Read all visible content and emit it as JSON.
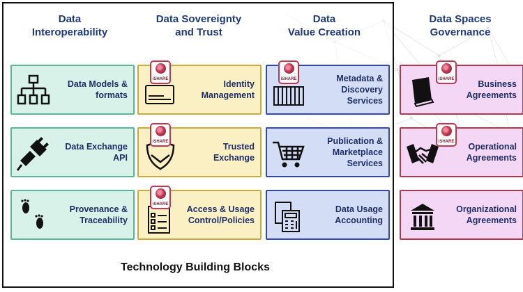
{
  "columns": [
    {
      "heading": "Data\nInteroperability",
      "items": [
        "Data Models &\nformats",
        "Data Exchange\nAPI",
        "Provenance &\nTraceability"
      ]
    },
    {
      "heading": "Data Sovereignty\nand Trust",
      "items": [
        "Identity Management",
        "Trusted\nExchange",
        "Access & Usage\nControl/Policies"
      ]
    },
    {
      "heading": "Data\nValue Creation",
      "items": [
        "Metadata &\nDiscovery Services",
        "Publication &\nMarketplace Services",
        "Data Usage\nAccounting"
      ]
    },
    {
      "heading": "Data Spaces\nGovernance",
      "items": [
        "Business\nAgreements",
        "Operational\nAgreements",
        "Organizational\nAgreements"
      ]
    }
  ],
  "ishare_label": "iSHARE",
  "footer": "Technology Building Blocks",
  "colors": {
    "green": "#d8f2ea",
    "yellow": "#fbf0c4",
    "blue": "#d4ddf6",
    "pink": "#f3d7f4",
    "heading": "#1f3a7a"
  },
  "icons": [
    "hierarchy-icon",
    "plug-icon",
    "footprints-icon",
    "fingerprint-card-icon",
    "shield-icon",
    "clipboard-icon",
    "catalog-icon",
    "shopping-cart-icon",
    "calculator-icon",
    "book-icon",
    "handshake-icon",
    "institution-icon"
  ]
}
